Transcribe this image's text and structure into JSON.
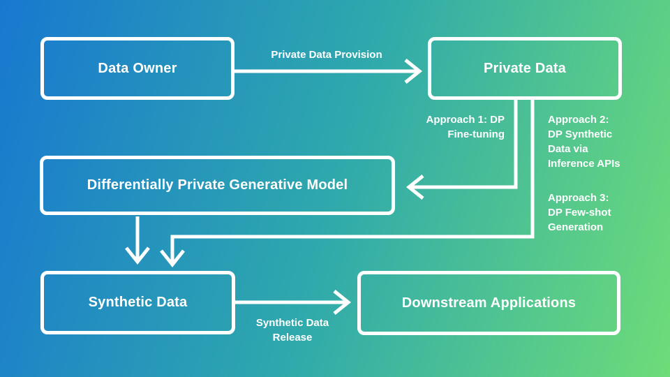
{
  "theme": {
    "background_gradient": [
      "#1878d0",
      "#2fa9ac",
      "#6edc78"
    ],
    "line_color": "#ffffff",
    "text_color": "#ffffff"
  },
  "nodes": {
    "data_owner": "Data Owner",
    "private_data": "Private Data",
    "generative_model": "Differentially Private Generative Model",
    "synthetic_data": "Synthetic Data",
    "downstream_applications": "Downstream Applications"
  },
  "edge_labels": {
    "private_data_provision": "Private Data Provision",
    "approach_1": "Approach 1: DP\nFine-tuning",
    "approach_2": "Approach 2:\nDP Synthetic\nData via\nInference APIs",
    "approach_3": "Approach 3:\nDP Few-shot\nGeneration",
    "synthetic_data_release": "Synthetic Data\nRelease"
  }
}
